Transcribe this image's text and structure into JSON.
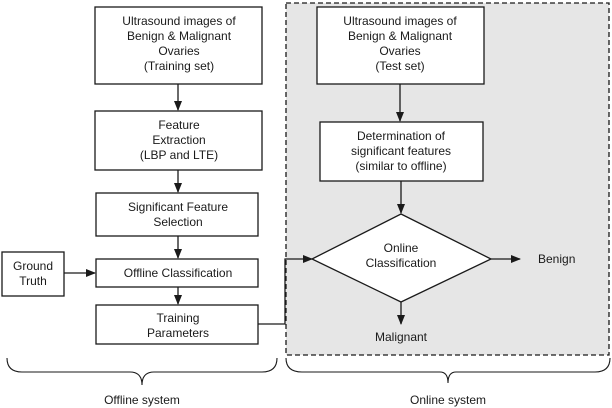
{
  "offline": {
    "box1": [
      "Ultrasound images of",
      "Benign & Malignant",
      "Ovaries",
      "(Training set)"
    ],
    "box2": [
      "Feature",
      "Extraction",
      "(LBP and LTE)"
    ],
    "box3": [
      "Significant Feature",
      "Selection"
    ],
    "box4": [
      "Offline Classification"
    ],
    "box5": [
      "Training",
      "Parameters"
    ],
    "ground_truth": [
      "Ground",
      "Truth"
    ],
    "label": "Offline system"
  },
  "online": {
    "box1": [
      "Ultrasound images of",
      "Benign & Malignant",
      "Ovaries",
      "(Test set)"
    ],
    "box2": [
      "Determination of",
      "significant features",
      "(similar to offline)"
    ],
    "decision": [
      "Online",
      "Classification"
    ],
    "out_right": "Benign",
    "out_down": "Malignant",
    "label": "Online system",
    "region_color": "#e6e6e6"
  }
}
